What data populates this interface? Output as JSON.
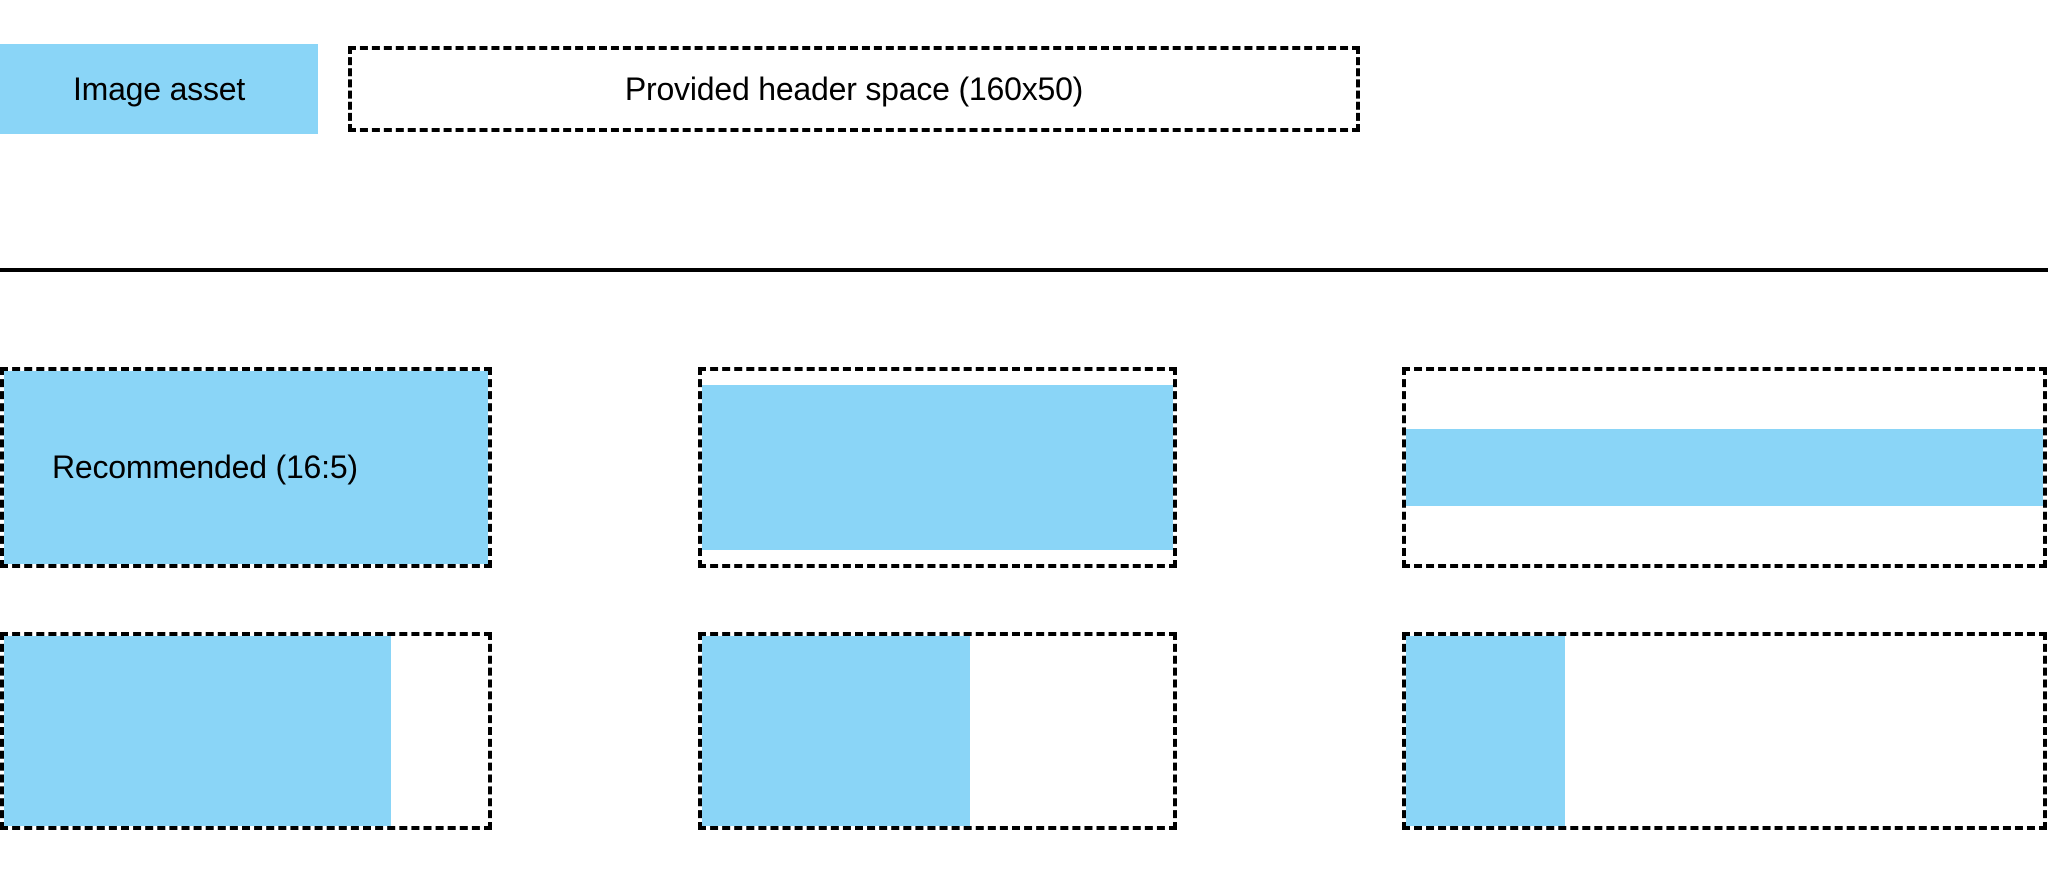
{
  "colors": {
    "fill_blue": "#8AD5F7",
    "stroke_black": "#000000",
    "background": "#FFFFFF"
  },
  "header": {
    "asset_label": "Image asset",
    "space_label": "Provided header space (160x50)"
  },
  "samples": {
    "recommended_label": "Recommended (16:5)",
    "rows": [
      {
        "cells": [
          {
            "fill_width_pct": 100,
            "fill_height_pct": 100,
            "fill_x_pct": 0,
            "fill_y_pct": 0,
            "label": "Recommended (16:5)"
          },
          {
            "fill_width_pct": 100,
            "fill_height_pct": 86,
            "fill_x_pct": 0,
            "fill_y_pct": 7,
            "label": ""
          },
          {
            "fill_width_pct": 100,
            "fill_height_pct": 40,
            "fill_x_pct": 0,
            "fill_y_pct": 30,
            "label": ""
          }
        ]
      },
      {
        "cells": [
          {
            "fill_width_pct": 80,
            "fill_height_pct": 100,
            "fill_x_pct": 0,
            "fill_y_pct": 0,
            "label": ""
          },
          {
            "fill_width_pct": 57,
            "fill_height_pct": 100,
            "fill_x_pct": 0,
            "fill_y_pct": 0,
            "label": ""
          },
          {
            "fill_width_pct": 25,
            "fill_height_pct": 100,
            "fill_x_pct": 0,
            "fill_y_pct": 0,
            "label": ""
          }
        ]
      }
    ]
  }
}
